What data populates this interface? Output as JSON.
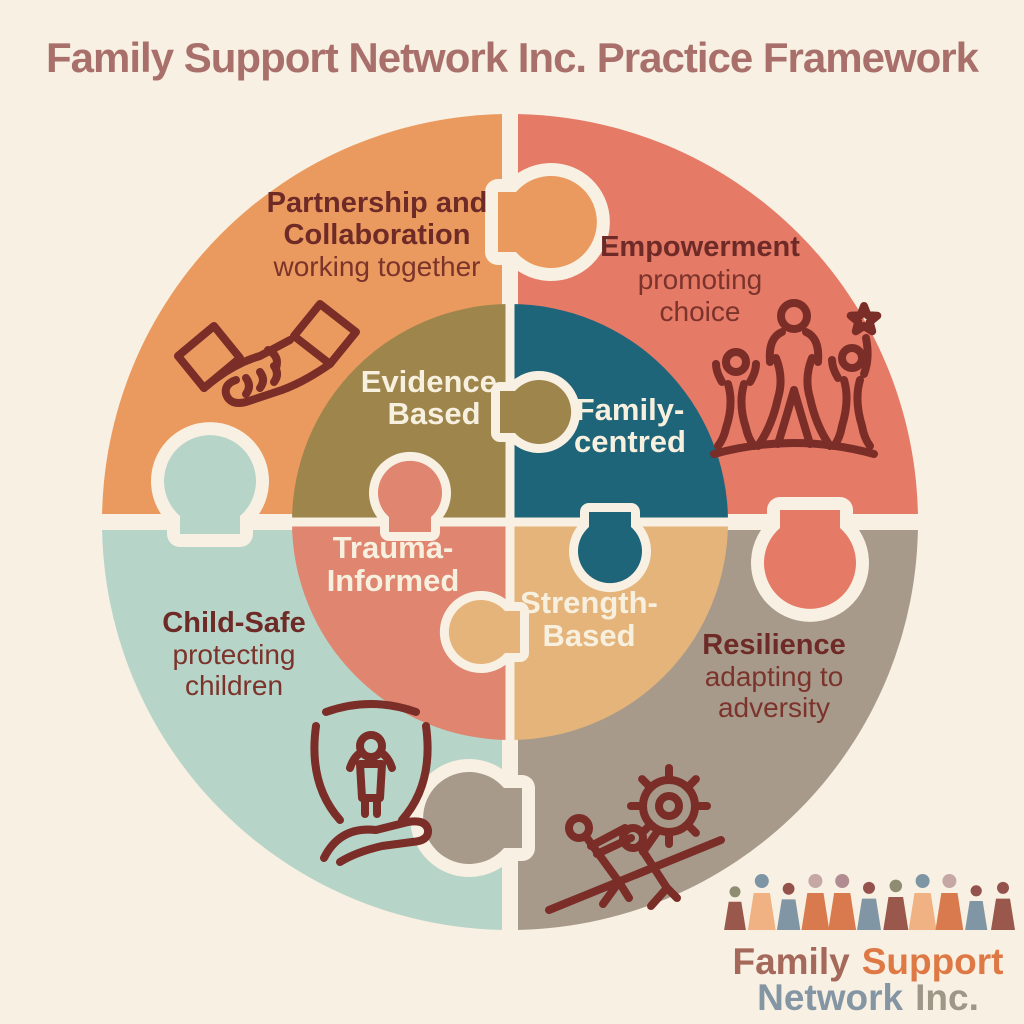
{
  "title": "Family Support Network Inc. Practice Framework",
  "colors": {
    "background": "#f8f0e2",
    "seam": "#f8f0e2",
    "title_color": "#a9706b",
    "heading_color": "#6e2a26",
    "subtext_color": "#7b332b",
    "icon_color": "#7b2d28",
    "piece_label_color": "#f8f0df",
    "orange": "#ea9a5e",
    "coral": "#e57a67",
    "mint": "#b6d4c7",
    "taupe": "#a79a8b",
    "olive": "#9d854c",
    "teal": "#1e6579",
    "salmon": "#df8570",
    "tan": "#e5b47b"
  },
  "outer_pieces": [
    {
      "label": "Partnership and Collaboration",
      "lines": [
        "Partnership and",
        "Collaboration"
      ],
      "sub_lines": [
        "working together"
      ],
      "color_key": "orange",
      "icon": "handshake-icon"
    },
    {
      "label": "Empowerment",
      "lines": [
        "Empowerment"
      ],
      "sub_lines": [
        "promoting",
        "choice"
      ],
      "color_key": "coral",
      "icon": "people-celebrating-star-icon"
    },
    {
      "label": "Child-Safe",
      "lines": [
        "Child-Safe"
      ],
      "sub_lines": [
        "protecting",
        "children"
      ],
      "color_key": "mint",
      "icon": "shield-child-hand-icon"
    },
    {
      "label": "Resilience",
      "lines": [
        "Resilience"
      ],
      "sub_lines": [
        "adapting to",
        "adversity"
      ],
      "color_key": "taupe",
      "icon": "people-pushing-gear-icon"
    }
  ],
  "inner_pieces": [
    {
      "label": "Evidence-Based",
      "lines": [
        "Evidence-",
        "Based"
      ],
      "color_key": "olive"
    },
    {
      "label": "Family-centred",
      "lines": [
        "Family-",
        "centred"
      ],
      "color_key": "teal"
    },
    {
      "label": "Trauma-Informed",
      "lines": [
        "Trauma-",
        "Informed"
      ],
      "color_key": "salmon"
    },
    {
      "label": "Strength-Based",
      "lines": [
        "Strength-",
        "Based"
      ],
      "color_key": "tan"
    }
  ],
  "logo": {
    "name_line1": [
      "Family",
      "Support"
    ],
    "name_line2": [
      "Network",
      "Inc."
    ],
    "colors": {
      "family": "#a5695c",
      "support": "#de7946",
      "network": "#8495a3",
      "inc": "#9d9787"
    },
    "figures": [
      {
        "body": "#9a574b",
        "head": "#8e8d72",
        "h": 0.78
      },
      {
        "body": "#f0b183",
        "head": "#7d95a4",
        "h": 1
      },
      {
        "body": "#8096a5",
        "head": "#93524c",
        "h": 0.84
      },
      {
        "body": "#d97a4e",
        "head": "#c5a7a3",
        "h": 1
      },
      {
        "body": "#d97a4e",
        "head": "#b18d92",
        "h": 1
      },
      {
        "body": "#8096a5",
        "head": "#93524c",
        "h": 0.86
      },
      {
        "body": "#9a574b",
        "head": "#8e8d72",
        "h": 0.9
      },
      {
        "body": "#f0b183",
        "head": "#7d95a4",
        "h": 1
      },
      {
        "body": "#d97a4e",
        "head": "#c5a7a3",
        "h": 1
      },
      {
        "body": "#8096a5",
        "head": "#93524c",
        "h": 0.8
      },
      {
        "body": "#9a574b",
        "head": "#93524c",
        "h": 0.86
      }
    ]
  }
}
